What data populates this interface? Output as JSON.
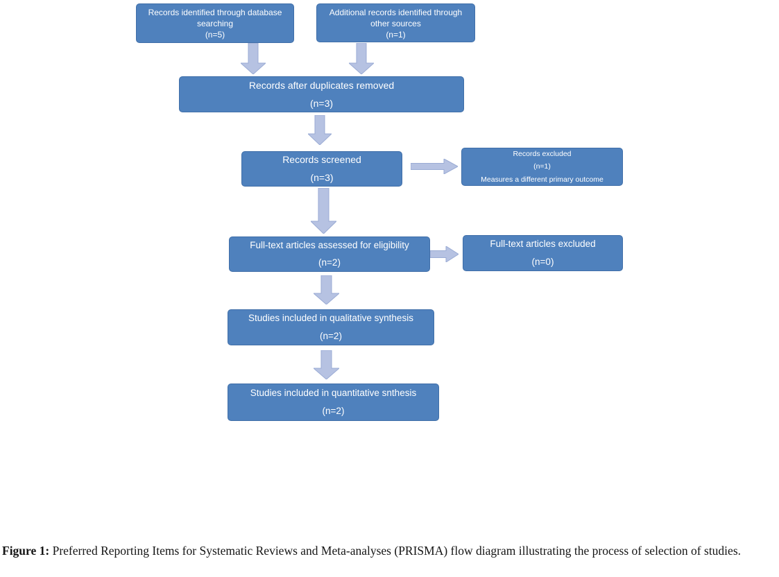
{
  "colors": {
    "box_fill": "#4f81bd",
    "box_border": "#3f6ea8",
    "box_text": "#ffffff",
    "arrow_fill": "#b6c2e2",
    "arrow_stroke": "#9aabd4",
    "caption_text_color": "#151515",
    "background": "#ffffff"
  },
  "boxes": {
    "identified_db": {
      "text": "Records identified through database searching",
      "n": "(n=5)"
    },
    "identified_other": {
      "text": "Additional records identified through other sources",
      "n": "(n=1)"
    },
    "after_duplicates": {
      "text": "Records after duplicates removed",
      "n": "(n=3)"
    },
    "screened": {
      "text": "Records screened",
      "n": "(n=3)"
    },
    "records_excluded": {
      "text": "Records excluded",
      "n": "(n=1)",
      "note": "Measures a different primary outcome"
    },
    "fulltext_assessed": {
      "text": "Full-text articles assessed for eligibility",
      "n": "(n=2)"
    },
    "fulltext_excluded": {
      "text": "Full-text articles excluded",
      "n": "(n=0)"
    },
    "qualitative": {
      "text": "Studies included in qualitative synthesis",
      "n": "(n=2)"
    },
    "quantitative": {
      "text": "Studies included in quantitative snthesis",
      "n": "(n=2)"
    }
  },
  "figure": {
    "caption_label": "Figure 1:",
    "caption_text": " Preferred Reporting Items for Systematic Reviews and Meta-analyses (PRISMA) flow diagram illustrating the process of selection of studies."
  }
}
